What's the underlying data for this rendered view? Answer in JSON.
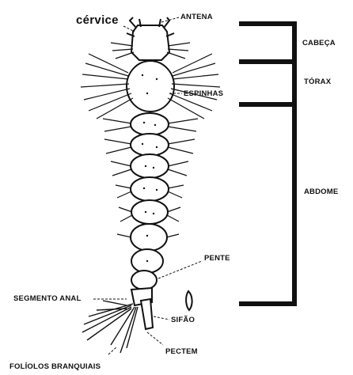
{
  "labels": {
    "cervice": "cérvice",
    "antena": "ANTENA",
    "espinhas": "ESPINHAS",
    "pente": "PENTE",
    "segmento_anal": "SEGMENTO ANAL",
    "sifao": "SIFÃO",
    "pectem": "PECTEM",
    "foliolos": "FOLÍOLOS BRANQUIAIS"
  },
  "regions": {
    "cabeca": "CABEÇA",
    "torax": "TÓRAX",
    "abdome": "ABDOME"
  },
  "colors": {
    "ink": "#111111",
    "background": "#ffffff"
  }
}
